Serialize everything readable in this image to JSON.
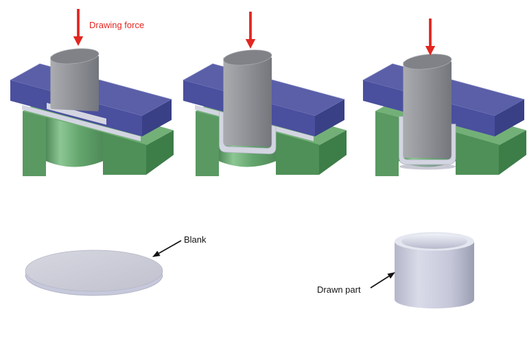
{
  "labels": {
    "drawing_force": "Drawing force",
    "blank": "Blank",
    "drawn_part": "Drawn part"
  },
  "colors": {
    "background": "#ffffff",
    "red_arrow": "#e32620",
    "label_text": "#141414",
    "holder_top": "#5a5fa7",
    "holder_front": "#4a4f9e",
    "holder_side": "#394086",
    "holder_edge": "#8488c4",
    "die_top": "#73b078",
    "die_front": "#5a9962",
    "die_front_right": "#4e9057",
    "die_side": "#3d7d48",
    "cavity_dark": "#4f8a58",
    "cavity_light": "#8cc794",
    "cavity_mid": "#63a46c",
    "punch_light": "#aaacb0",
    "punch_mid": "#8f9196",
    "punch_dark": "#74767d",
    "punch_top": "#808287",
    "punch_top_rim": "#aaacb1",
    "blank_fill": "#d3d5e1",
    "blank_edge": "#b2b4c4",
    "disc_light": "#d6d7e0",
    "disc_dark": "#c0c1ce",
    "disc_side": "#c6c8db",
    "cup_left": "#b4b6c9",
    "cup_light": "#d9dbe9",
    "cup_mid": "#c6c8da",
    "cup_dark": "#9b9db2",
    "cup_rim": "#e5e7f0",
    "cup_inner_top": "#eff1f8",
    "cup_inner_bottom": "#b8bacd",
    "shadow": "#9a9cae"
  }
}
